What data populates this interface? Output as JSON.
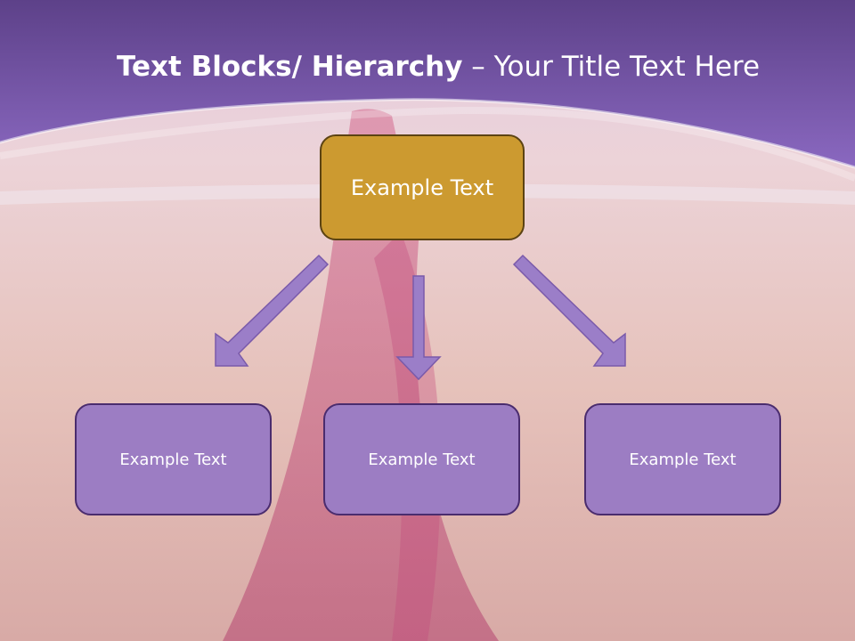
{
  "slide": {
    "title_bold": "Text Blocks/ Hierarchy",
    "title_dash": " – ",
    "title_rest": "Your Title Text Here"
  },
  "diagram": {
    "root": {
      "label": "Example Text"
    },
    "children": [
      {
        "label": "Example Text"
      },
      {
        "label": "Example Text"
      },
      {
        "label": "Example Text"
      }
    ]
  },
  "colors": {
    "header_purple": "#7a58ad",
    "root_fill": "#cc9a30",
    "child_fill": "#9c7dc3",
    "arrow_fill": "#9b7ec8"
  }
}
